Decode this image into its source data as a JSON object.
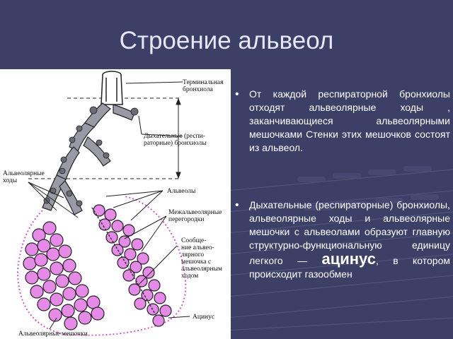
{
  "slide": {
    "title": "Строение альвеол"
  },
  "figure": {
    "labels": {
      "terminal": "Терминальная\nбронхиола",
      "respiratory": "Дыхательные (респи-\nраторные) бронхиолы",
      "alv_ducts": "Альвеолярные\nходы",
      "alveoli": "Альвеолы",
      "septa": "Межальвеолярные\nперегородки",
      "communication": "Сообще-\nние альвео-\nлярного\nмешочка с\nальвеолярным\nходом",
      "acinus": "Ацинус",
      "sacs": "Альвеолярные мешочки"
    }
  },
  "bullets": [
    {
      "text": "От каждой респираторной бронхиолы отходят альвеолярные ходы , заканчивающиеся альвеолярными мешочками Стенки этих мешочков состоят из альвеол."
    },
    {
      "text_before": "Дыхательные (респираторные) бронхиолы, альвеолярные ходы и альвеолярные мешочки с альвеолами образуют главную структурно-функциональную единицу легкого — ",
      "highlight": "ацинус",
      "text_after": ", в котором происходит газообмен"
    }
  ],
  "colors": {
    "background": "#3c3f66",
    "alveoli_fill": "#e58ae6",
    "acinus_outline": "#d85ac8"
  }
}
